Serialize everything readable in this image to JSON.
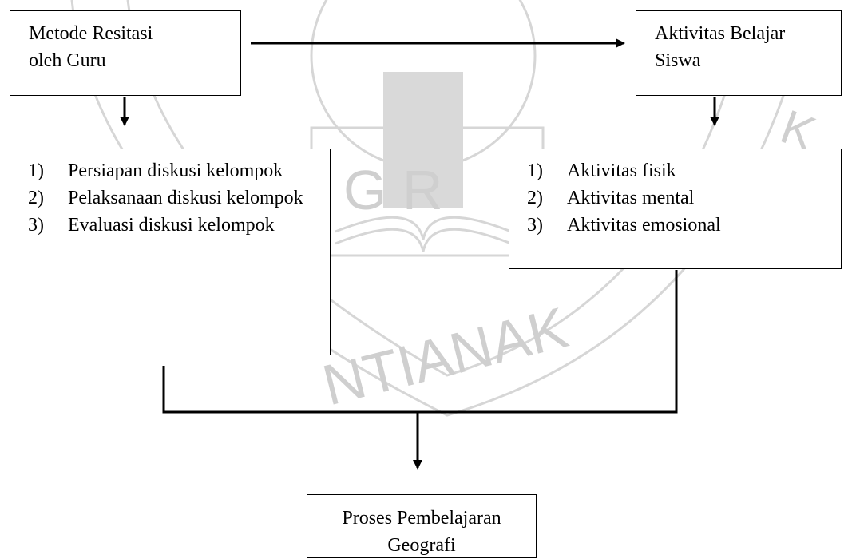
{
  "watermark": {
    "letters_top": "G R",
    "letters_bottom": "NTIANAK",
    "letters_right": "K"
  },
  "nodes": {
    "guru": {
      "line1": "Metode Resitasi",
      "line2": "oleh Guru"
    },
    "siswa": {
      "line1": "Aktivitas Belajar",
      "line2": "Siswa"
    },
    "steps": {
      "items": [
        {
          "num": "1)",
          "text": "Persiapan diskusi kelompok"
        },
        {
          "num": "2)",
          "text": "Pelaksanaan diskusi kelompok"
        },
        {
          "num": "3)",
          "text": "Evaluasi diskusi kelompok"
        }
      ]
    },
    "aktivitas": {
      "items": [
        {
          "num": "1)",
          "text": "Aktivitas fisik"
        },
        {
          "num": "2)",
          "text": "Aktivitas mental"
        },
        {
          "num": "3)",
          "text": "Aktivitas emosional"
        }
      ]
    },
    "proses": {
      "line1": "Proses Pembelajaran",
      "line2": "Geografi"
    }
  },
  "colors": {
    "line": "#000000",
    "watermark": "#cfcfcf"
  }
}
